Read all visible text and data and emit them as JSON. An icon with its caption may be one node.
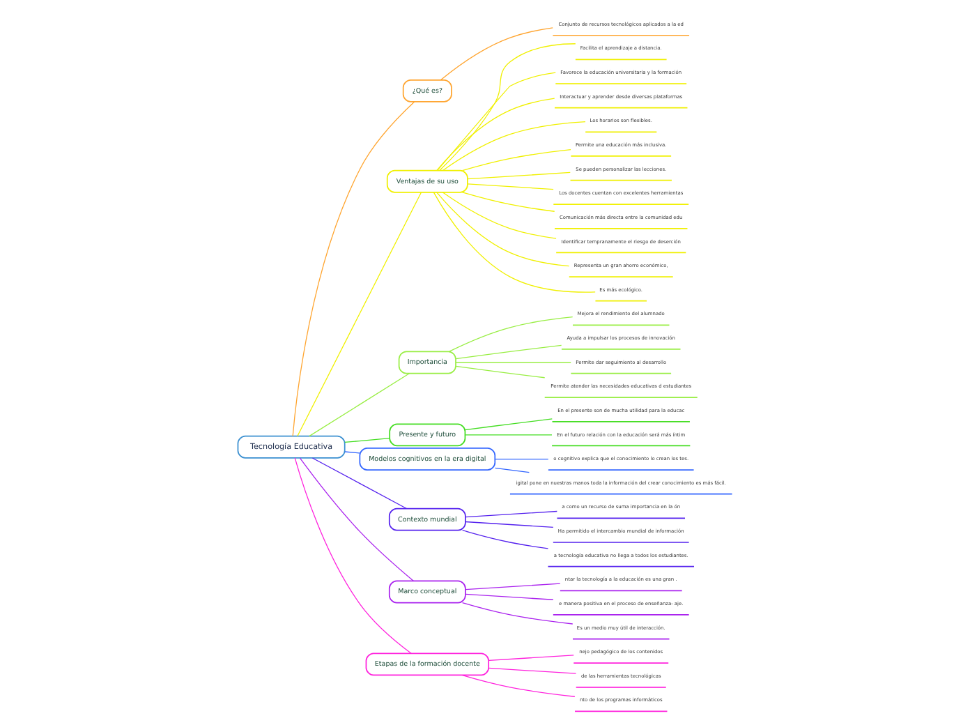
{
  "diagram": {
    "nodes": [
      {
        "text": [
          "Tecnología Educativa"
        ]
      },
      {
        "text": [
          "¿Qué es?"
        ]
      },
      {
        "text": [
          "Conjunto de recursos tecnológicos aplicados a la ed"
        ]
      },
      {
        "text": [
          "Ventajas de su uso"
        ]
      },
      {
        "text": [
          "Facilita el aprendizaje a distancia."
        ]
      },
      {
        "text": [
          "Favorece la educación universitaria y la formación"
        ]
      },
      {
        "text": [
          "Interactuar y aprender desde diversas plataformas"
        ]
      },
      {
        "text": [
          "Los horarios son flexibles."
        ]
      },
      {
        "text": [
          "Permite una educación más inclusiva."
        ]
      },
      {
        "text": [
          "Se pueden personalizar las lecciones."
        ]
      },
      {
        "text": [
          "Los docentes cuentan con excelentes herramientas"
        ]
      },
      {
        "text": [
          "Comunicación más directa entre la comunidad edu"
        ]
      },
      {
        "text": [
          "Identificar tempranamente el riesgo de deserción"
        ]
      },
      {
        "text": [
          "Representa un gran ahorro económico,"
        ]
      },
      {
        "text": [
          "Es más ecológico."
        ]
      },
      {
        "text": [
          "Importancia"
        ]
      },
      {
        "text": [
          "Mejora el rendimiento del alumnado"
        ]
      },
      {
        "text": [
          "Ayuda a impulsar los procesos de innovación"
        ]
      },
      {
        "text": [
          "Permite dar seguimiento al desarrollo"
        ]
      },
      {
        "text": [
          "Permite atender las necesidades educativas d estudiantes"
        ]
      },
      {
        "text": [
          "Presente y futuro"
        ]
      },
      {
        "text": [
          "En el presente son de mucha utilidad para la educac"
        ]
      },
      {
        "text": [
          "En el futuro relación con la educación será más íntim"
        ]
      },
      {
        "text": [
          "Modelos cognitivos en la era digital"
        ]
      },
      {
        "text": [
          "o cognitivo explica que el conocimiento lo crean los tes."
        ]
      },
      {
        "text": [
          "igital pone en nuestras manos toda la información del crear conocimiento es más fácil."
        ]
      },
      {
        "text": [
          "Contexto mundial"
        ]
      },
      {
        "text": [
          "a como un recurso de suma importancia en la ón"
        ]
      },
      {
        "text": [
          "Ha permitido el intercambio mundial de información"
        ]
      },
      {
        "text": [
          "a tecnología educativa no llega a todos los estudiantes."
        ]
      },
      {
        "text": [
          "Marco conceptual"
        ]
      },
      {
        "text": [
          "ntar la tecnología a la educación es una gran ."
        ]
      },
      {
        "text": [
          "e manera positiva en el proceso de enseñanza- aje."
        ]
      },
      {
        "text": [
          "Es un medio muy útil de interacción."
        ]
      },
      {
        "text": [
          "Etapas de la formación docente"
        ]
      },
      {
        "text": [
          "nejo pedagógico de los contenidos"
        ]
      },
      {
        "text": [
          "de las herramientas tecnológicas"
        ]
      },
      {
        "text": [
          "nto de los programas informáticos"
        ]
      }
    ],
    "edges": [
      {
        "from": 0,
        "to": 1,
        "arrow": "none",
        "color": "#ffa530"
      },
      {
        "from": 1,
        "to": 2,
        "arrow": "none",
        "color": "#ffa530"
      },
      {
        "from": 0,
        "to": 3,
        "arrow": "none",
        "color": "#f0f000"
      },
      {
        "from": 3,
        "to": 4,
        "arrow": "none",
        "color": "#f0f000"
      },
      {
        "from": 3,
        "to": 5,
        "arrow": "none",
        "color": "#f0f000"
      },
      {
        "from": 3,
        "to": 6,
        "arrow": "none",
        "color": "#f0f000"
      },
      {
        "from": 3,
        "to": 7,
        "arrow": "none",
        "color": "#f0f000"
      },
      {
        "from": 3,
        "to": 8,
        "arrow": "none",
        "color": "#f0f000"
      },
      {
        "from": 3,
        "to": 9,
        "arrow": "none",
        "color": "#f0f000"
      },
      {
        "from": 3,
        "to": 10,
        "arrow": "none",
        "color": "#f0f000"
      },
      {
        "from": 3,
        "to": 11,
        "arrow": "none",
        "color": "#f0f000"
      },
      {
        "from": 3,
        "to": 12,
        "arrow": "none",
        "color": "#f0f000"
      },
      {
        "from": 3,
        "to": 13,
        "arrow": "none",
        "color": "#f0f000"
      },
      {
        "from": 3,
        "to": 14,
        "arrow": "none",
        "color": "#f0f000"
      },
      {
        "from": 0,
        "to": 15,
        "arrow": "none",
        "color": "#99ee44"
      },
      {
        "from": 15,
        "to": 16,
        "arrow": "none",
        "color": "#99ee44"
      },
      {
        "from": 15,
        "to": 17,
        "arrow": "none",
        "color": "#99ee44"
      },
      {
        "from": 15,
        "to": 18,
        "arrow": "none",
        "color": "#99ee44"
      },
      {
        "from": 15,
        "to": 19,
        "arrow": "none",
        "color": "#99ee44"
      },
      {
        "from": 0,
        "to": 20,
        "arrow": "none",
        "color": "#44dd22"
      },
      {
        "from": 20,
        "to": 21,
        "arrow": "none",
        "color": "#44dd22"
      },
      {
        "from": 20,
        "to": 22,
        "arrow": "none",
        "color": "#44dd22"
      },
      {
        "from": 0,
        "to": 23,
        "arrow": "none",
        "color": "#3366ff"
      },
      {
        "from": 23,
        "to": 24,
        "arrow": "none",
        "color": "#3366ff"
      },
      {
        "from": 23,
        "to": 25,
        "arrow": "none",
        "color": "#3366ff"
      },
      {
        "from": 0,
        "to": 26,
        "arrow": "none",
        "color": "#5522ee"
      },
      {
        "from": 26,
        "to": 27,
        "arrow": "none",
        "color": "#5522ee"
      },
      {
        "from": 26,
        "to": 28,
        "arrow": "none",
        "color": "#5522ee"
      },
      {
        "from": 26,
        "to": 29,
        "arrow": "none",
        "color": "#5522ee"
      },
      {
        "from": 0,
        "to": 30,
        "arrow": "none",
        "color": "#aa22ee"
      },
      {
        "from": 30,
        "to": 31,
        "arrow": "none",
        "color": "#aa22ee"
      },
      {
        "from": 30,
        "to": 32,
        "arrow": "none",
        "color": "#aa22ee"
      },
      {
        "from": 30,
        "to": 33,
        "arrow": "none",
        "color": "#aa22ee"
      },
      {
        "from": 0,
        "to": 34,
        "arrow": "none",
        "color": "#ff22dd"
      },
      {
        "from": 34,
        "to": 35,
        "arrow": "none",
        "color": "#ff22dd"
      },
      {
        "from": 34,
        "to": 36,
        "arrow": "none",
        "color": "#ff22dd"
      },
      {
        "from": 34,
        "to": 37,
        "arrow": "none",
        "color": "#ff22dd"
      }
    ]
  }
}
